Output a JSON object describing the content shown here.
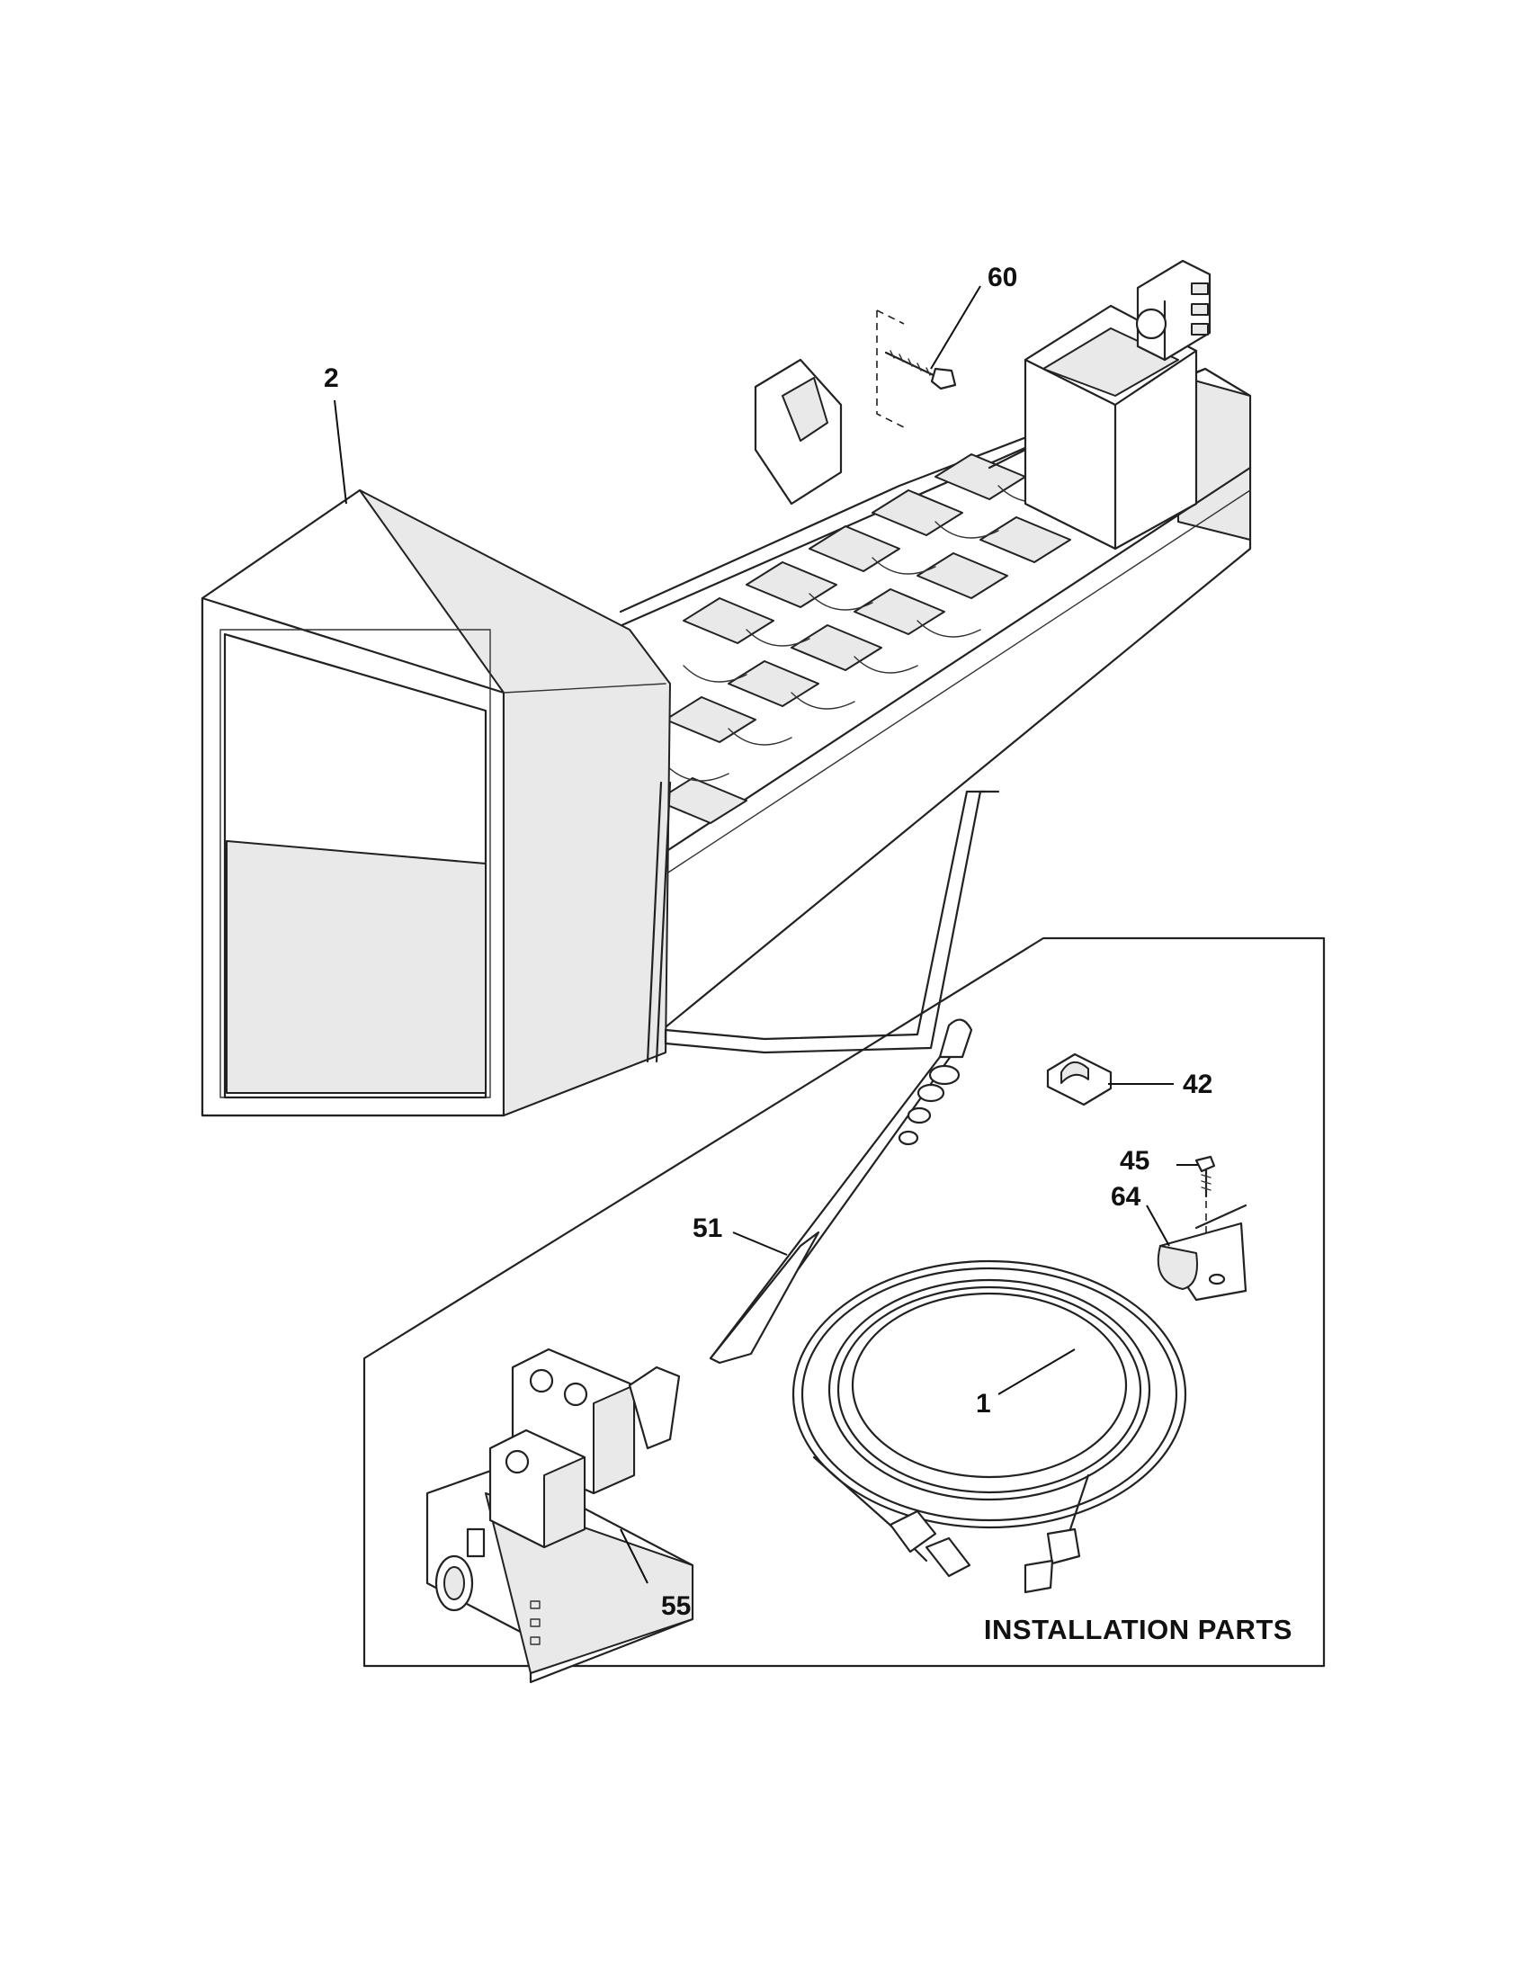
{
  "diagram": {
    "section_title": "INSTALLATION PARTS",
    "callouts": [
      {
        "id": "2",
        "label": "2"
      },
      {
        "id": "60",
        "label": "60"
      },
      {
        "id": "42",
        "label": "42"
      },
      {
        "id": "45",
        "label": "45"
      },
      {
        "id": "64",
        "label": "64"
      },
      {
        "id": "51",
        "label": "51"
      },
      {
        "id": "1",
        "label": "1"
      },
      {
        "id": "55",
        "label": "55"
      }
    ]
  }
}
